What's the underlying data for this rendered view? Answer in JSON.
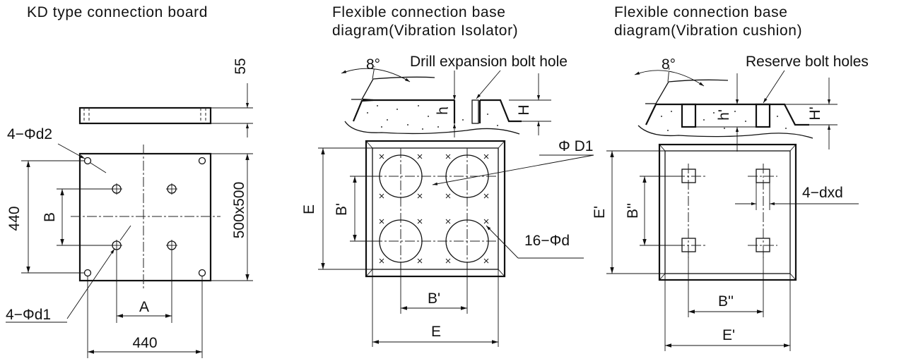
{
  "panels": {
    "kd": {
      "title": "KD type connection board",
      "dim_thickness": "55",
      "label_d2": "4−Φd2",
      "label_d1": "4−Φd1",
      "dim_height": "440",
      "dim_b": "B",
      "dim_size": "500x500",
      "dim_a": "A",
      "dim_width": "440"
    },
    "isolator": {
      "title_line1": "Flexible connection base",
      "title_line2": "diagram(Vibration Isolator)",
      "angle": "8°",
      "label_hole": "Drill expansion bolt hole",
      "dim_h": "h",
      "dim_H": "H",
      "label_D1": "Φ D1",
      "dim_E_side": "E",
      "dim_Bp_side": "B'",
      "label_16d": "16−Φd",
      "dim_Bp_bottom": "B'",
      "dim_E_bottom": "E"
    },
    "cushion": {
      "title_line1": "Flexible connection base",
      "title_line2": "diagram(Vibration cushion)",
      "angle": "8°",
      "label_holes": "Reserve bolt holes",
      "dim_hp": "h'",
      "dim_Hp": "H'",
      "label_dxd": "4−dxd",
      "dim_Ep_side": "E'",
      "dim_Bpp_side": "B''",
      "dim_Bpp_bottom": "B''",
      "dim_Ep_bottom": "E'"
    }
  },
  "colors": {
    "line": "#111111",
    "background": "#ffffff"
  }
}
